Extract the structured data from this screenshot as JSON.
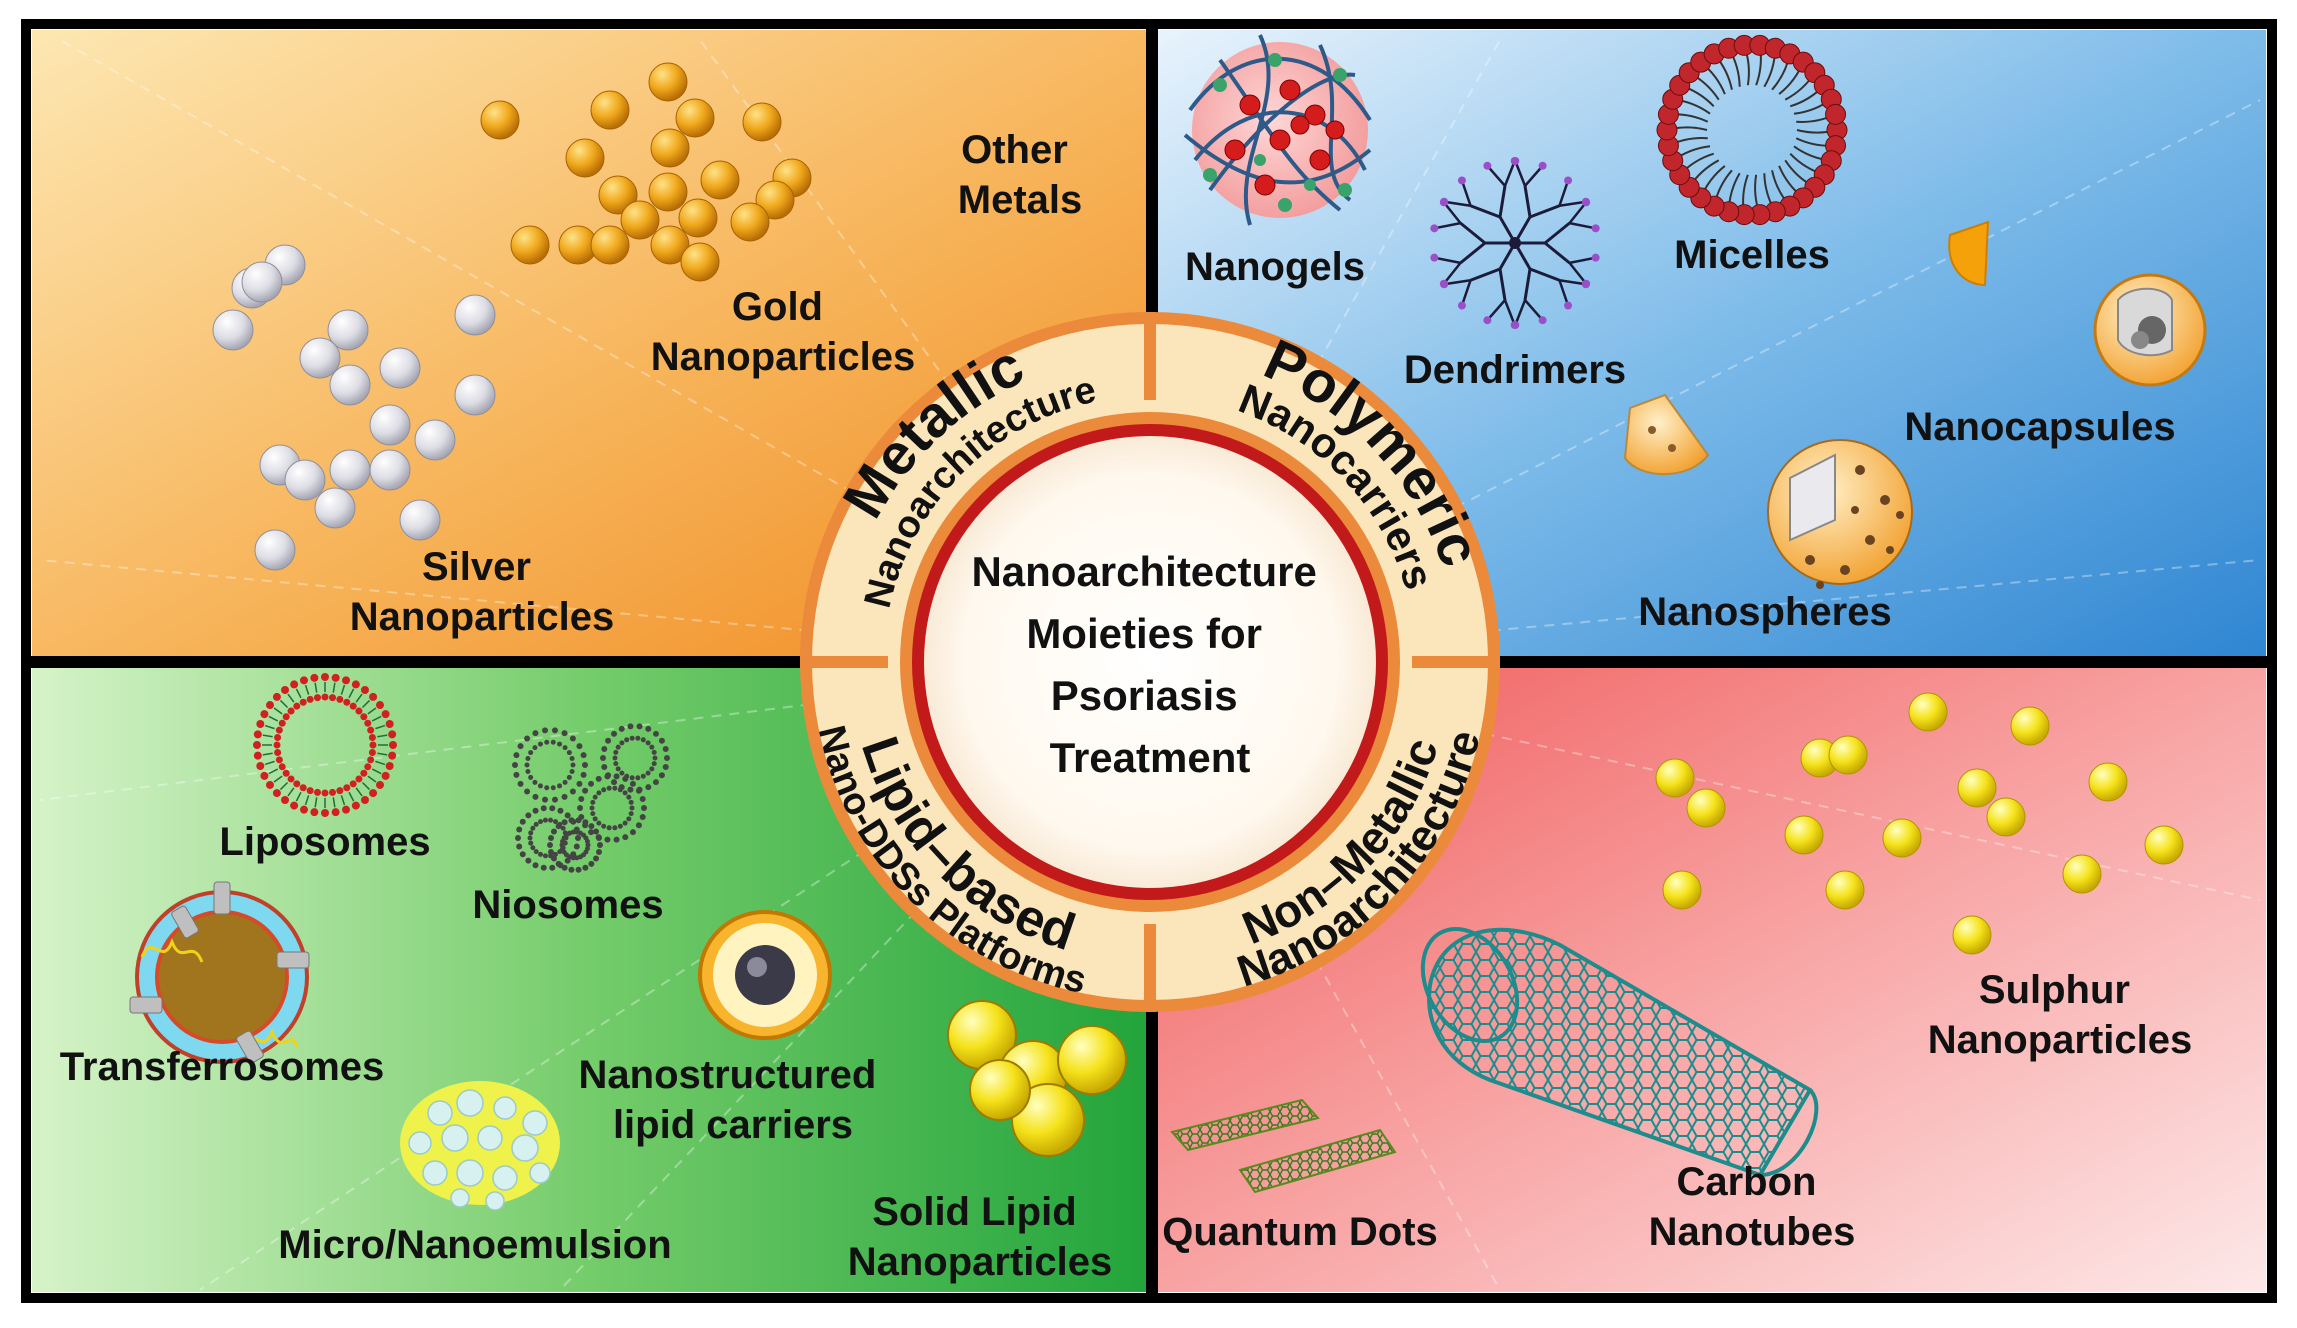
{
  "center": {
    "lines": [
      "Nanoarchitecture",
      "Moieties for",
      "Psoriasis",
      "Treatment"
    ]
  },
  "ring": {
    "metallic": {
      "main": "Metallic",
      "sub": "Nanoarchitecture"
    },
    "polymeric": {
      "main": "Polymeric",
      "sub": "Nanocarriers"
    },
    "lipid": {
      "main": "Lipid–based",
      "sub": "Nano-DDSs Platforms"
    },
    "nonmetallic": {
      "main": "Non–Metallic",
      "sub": "Nanoarchitecture"
    }
  },
  "quadrants": {
    "metallic": {
      "color_top": "#fce0a0",
      "color_bottom": "#f19a2e",
      "labels": {
        "other_metals": [
          "Other",
          "Metals"
        ],
        "gold": [
          "Gold",
          "Nanoparticles"
        ],
        "silver": [
          "Silver",
          "Nanoparticles"
        ]
      }
    },
    "polymeric": {
      "color_top": "#dcecf9",
      "color_bottom": "#3c92d8",
      "labels": {
        "nanogels": "Nanogels",
        "micelles": "Micelles",
        "dendrimers": "Dendrimers",
        "nanocapsules": "Nanocapsules",
        "nanospheres": "Nanospheres"
      }
    },
    "lipid": {
      "color_top": "#cdeec0",
      "color_bottom": "#2eaa45",
      "labels": {
        "liposomes": "Liposomes",
        "niosomes": "Niosomes",
        "transferrosomes": "Transferrosomes",
        "nlc": [
          "Nanostructured",
          "lipid carriers"
        ],
        "micro": "Micro/Nanoemulsion",
        "sln": [
          "Solid Lipid",
          "Nanoparticles"
        ]
      }
    },
    "nonmetallic": {
      "color_top": "#fce4e4",
      "color_bottom": "#f26b6b",
      "labels": {
        "sulphur": [
          "Sulphur",
          "Nanoparticles"
        ],
        "carbon": [
          "Carbon",
          "Nanotubes"
        ],
        "quantum": "Quantum Dots"
      }
    }
  },
  "icons": [
    "silver-sphere-icon",
    "gold-sphere-icon",
    "nanogel-icon",
    "dendrimer-icon",
    "micelle-icon",
    "nanocapsule-icon",
    "nanosphere-icon",
    "liposome-icon",
    "niosome-icon",
    "transferrosome-icon",
    "nlc-icon",
    "emulsion-icon",
    "sln-icon",
    "sulphur-sphere-icon",
    "carbon-nanotube-icon",
    "quantum-dot-icon"
  ]
}
